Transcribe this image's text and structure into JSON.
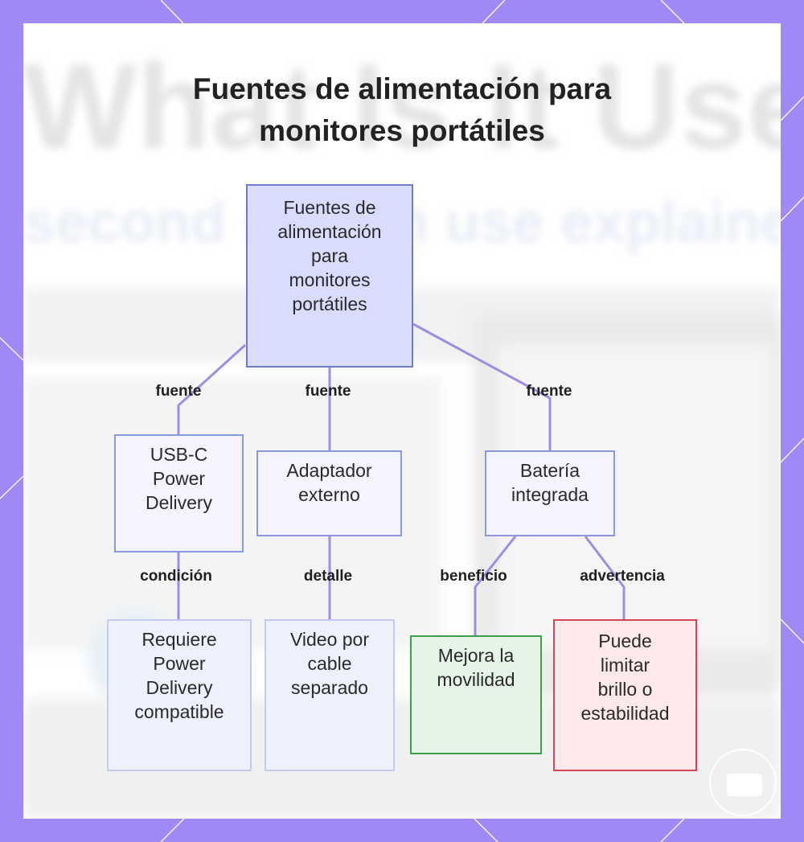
{
  "title_lines": [
    "Fuentes de alimentación para",
    "monitores portátiles"
  ],
  "nodes": {
    "root": [
      "Fuentes de",
      "alimentación",
      "para",
      "monitores",
      "portátiles"
    ],
    "usbc": [
      "USB-C",
      "Power",
      "Delivery"
    ],
    "adapter": [
      "Adaptador",
      "externo"
    ],
    "battery": [
      "Batería",
      "integrada"
    ],
    "requires_pd": [
      "Requiere",
      "Power",
      "Delivery",
      "compatible"
    ],
    "video_cable": [
      "Video por",
      "cable",
      "separado"
    ],
    "mobility": [
      "Mejora la",
      "movilidad"
    ],
    "limit": [
      "Puede",
      "limitar",
      "brillo o",
      "estabilidad"
    ]
  },
  "edge_labels": {
    "root_usbc": "fuente",
    "root_adapter": "fuente",
    "root_battery": "fuente",
    "usbc_requires": "condición",
    "adapter_video": "detalle",
    "battery_mobility": "beneficio",
    "battery_limit": "advertencia"
  },
  "colors": {
    "frame": "#a189f5",
    "edge": "#a08be6",
    "root_fill": "#d9dcfd",
    "benefit_border": "#3aa04a",
    "warning_border": "#d44452"
  }
}
